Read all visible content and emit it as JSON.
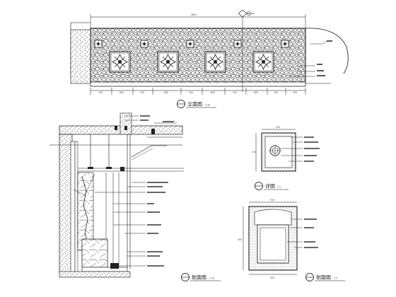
{
  "drawing": {
    "views": [
      {
        "title": "立面图",
        "scale": "1:30"
      },
      {
        "title": "剖面图",
        "scale": "1:10"
      },
      {
        "title": "详图",
        "scale": "1:5"
      },
      {
        "title": "剖面图",
        "scale": "1:5"
      }
    ],
    "dimensions": {
      "elevation_overall": "3600",
      "elevation_segments": [
        "150",
        "600",
        "150",
        "600",
        "150",
        "600",
        "150",
        "600",
        "150",
        "450"
      ],
      "detail_a_width": "100",
      "detail_a_height": "150",
      "detail_b_width": "300",
      "detail_b_height": "450",
      "detail_b_bottom": "300"
    },
    "marks": {
      "detail_ref": "A"
    }
  },
  "colors": {
    "line": "#111111",
    "hatch": "#555555",
    "leader": "#222222"
  }
}
